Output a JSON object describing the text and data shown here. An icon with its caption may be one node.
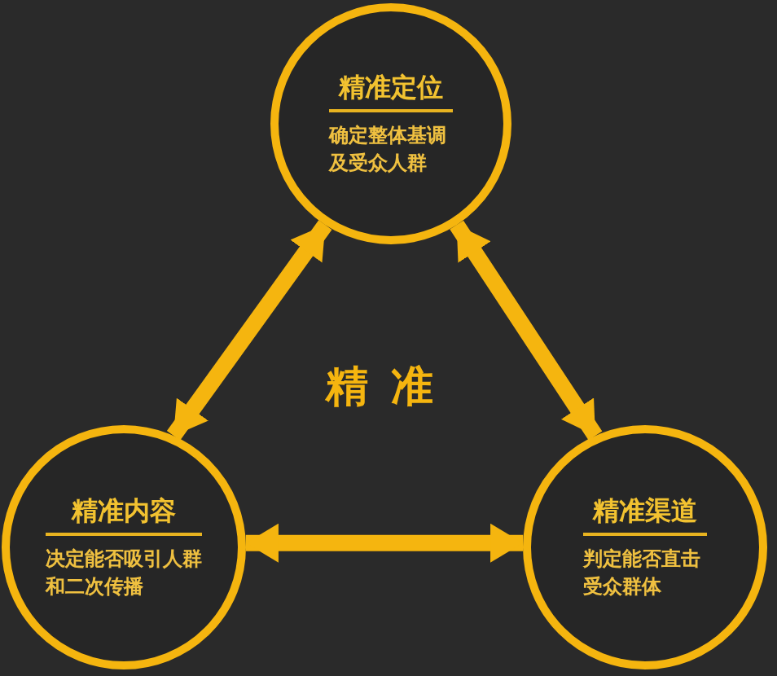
{
  "diagram": {
    "nodes": [
      {
        "text": [
          "精准定位",
          "确定整体基调及受众人群"
        ]
      },
      {
        "text": [
          "精准内容",
          "决定能否吸引人群和二次传播"
        ]
      },
      {
        "text": [
          "精准渠道",
          "判定能否直击受众群体"
        ]
      }
    ],
    "edges": [
      {
        "from": 0,
        "to": 1,
        "arrow": "both"
      },
      {
        "from": 0,
        "to": 2,
        "arrow": "both"
      },
      {
        "from": 1,
        "to": 2,
        "arrow": "both"
      }
    ],
    "labels": [
      "精准"
    ]
  }
}
